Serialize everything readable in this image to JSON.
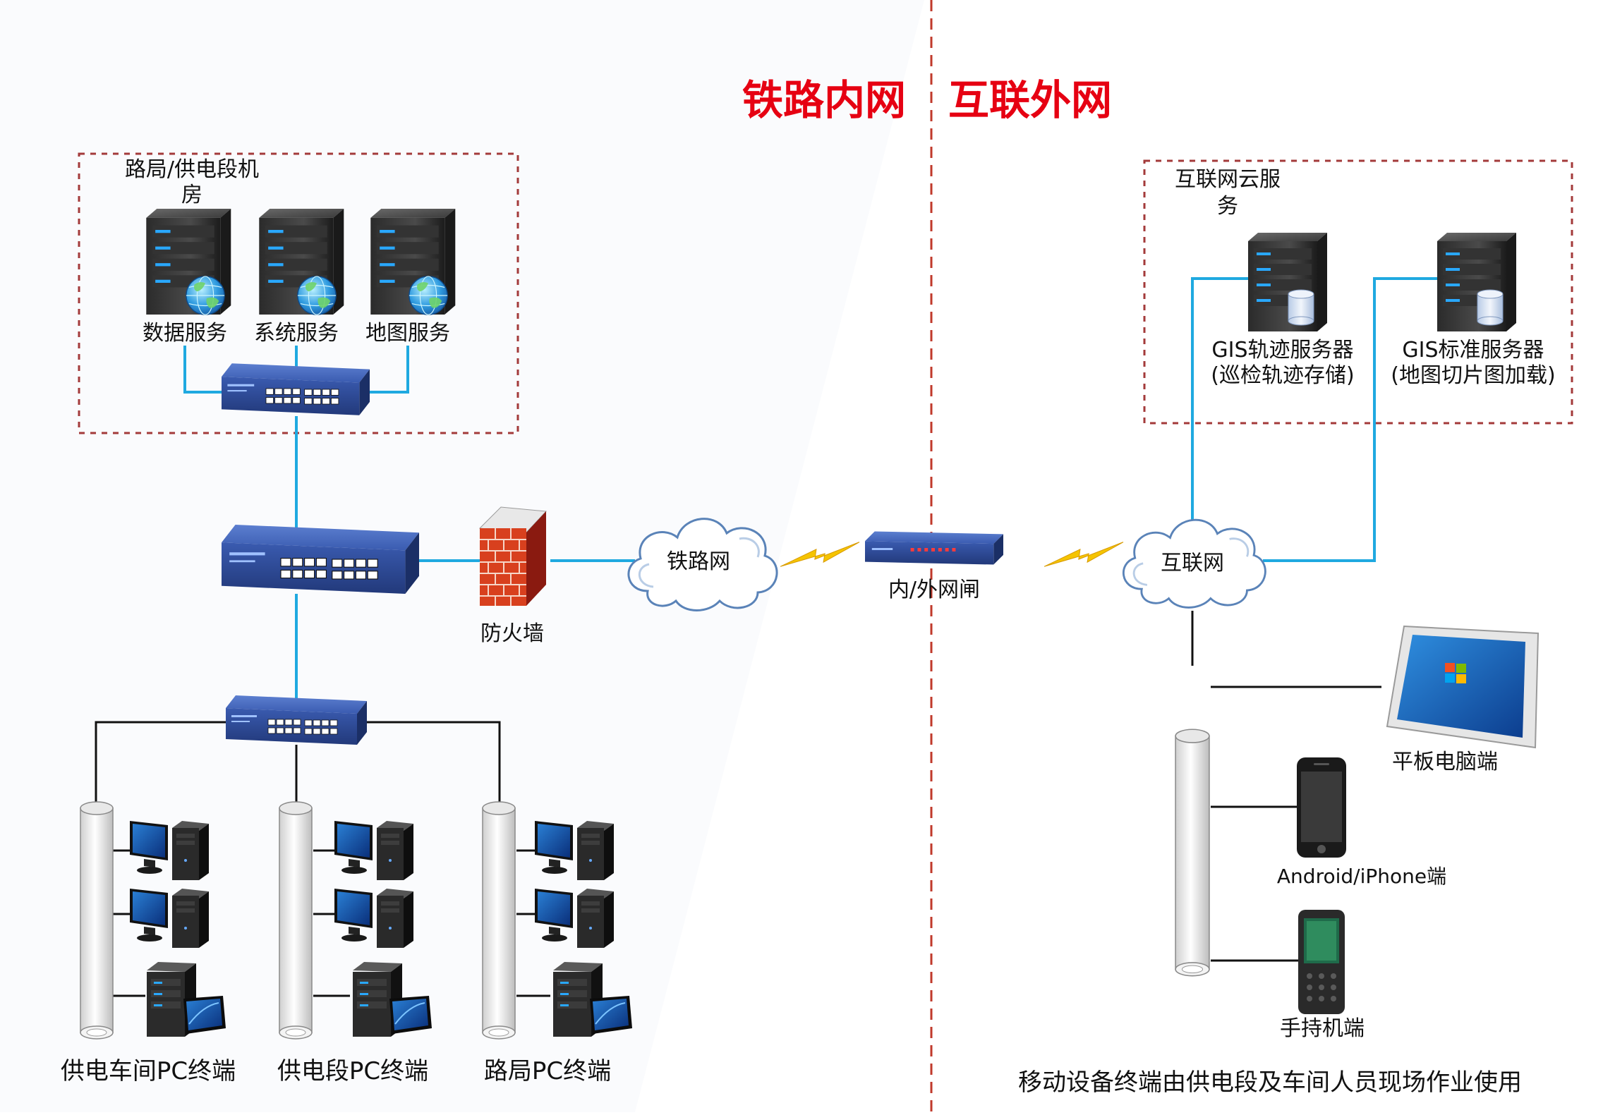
{
  "header": {
    "left_title": "铁路内网",
    "right_title": "互联外网",
    "title_color": "#e60012"
  },
  "colors": {
    "link": "#1fa9e0",
    "divider": "#c0392b",
    "box_border": "#a33a3a",
    "switch_blue": "#2e4a98",
    "lightning": "#f5c400"
  },
  "intranet": {
    "machine_room": {
      "label_line1": "路局/供电段机",
      "label_line2": "房",
      "servers": [
        "数据服务",
        "系统服务",
        "地图服务"
      ]
    },
    "firewall": "防火墙",
    "railway_cloud": "铁路网",
    "gateway": "内/外网闸",
    "terminals": [
      "供电车间PC终端",
      "供电段PC终端",
      "路局PC终端"
    ]
  },
  "extranet": {
    "cloud_service": {
      "label_line1": "互联网云服",
      "label_line2": "务",
      "servers": [
        {
          "line1": "GIS轨迹服务器",
          "line2": "(巡检轨迹存储)"
        },
        {
          "line1": "GIS标准服务器",
          "line2": "(地图切片图加载)"
        }
      ]
    },
    "internet_cloud": "互联网",
    "devices": [
      "平板电脑端",
      "Android/iPhone端",
      "手持机端"
    ],
    "footnote": "移动设备终端由供电段及车间人员现场作业使用"
  }
}
